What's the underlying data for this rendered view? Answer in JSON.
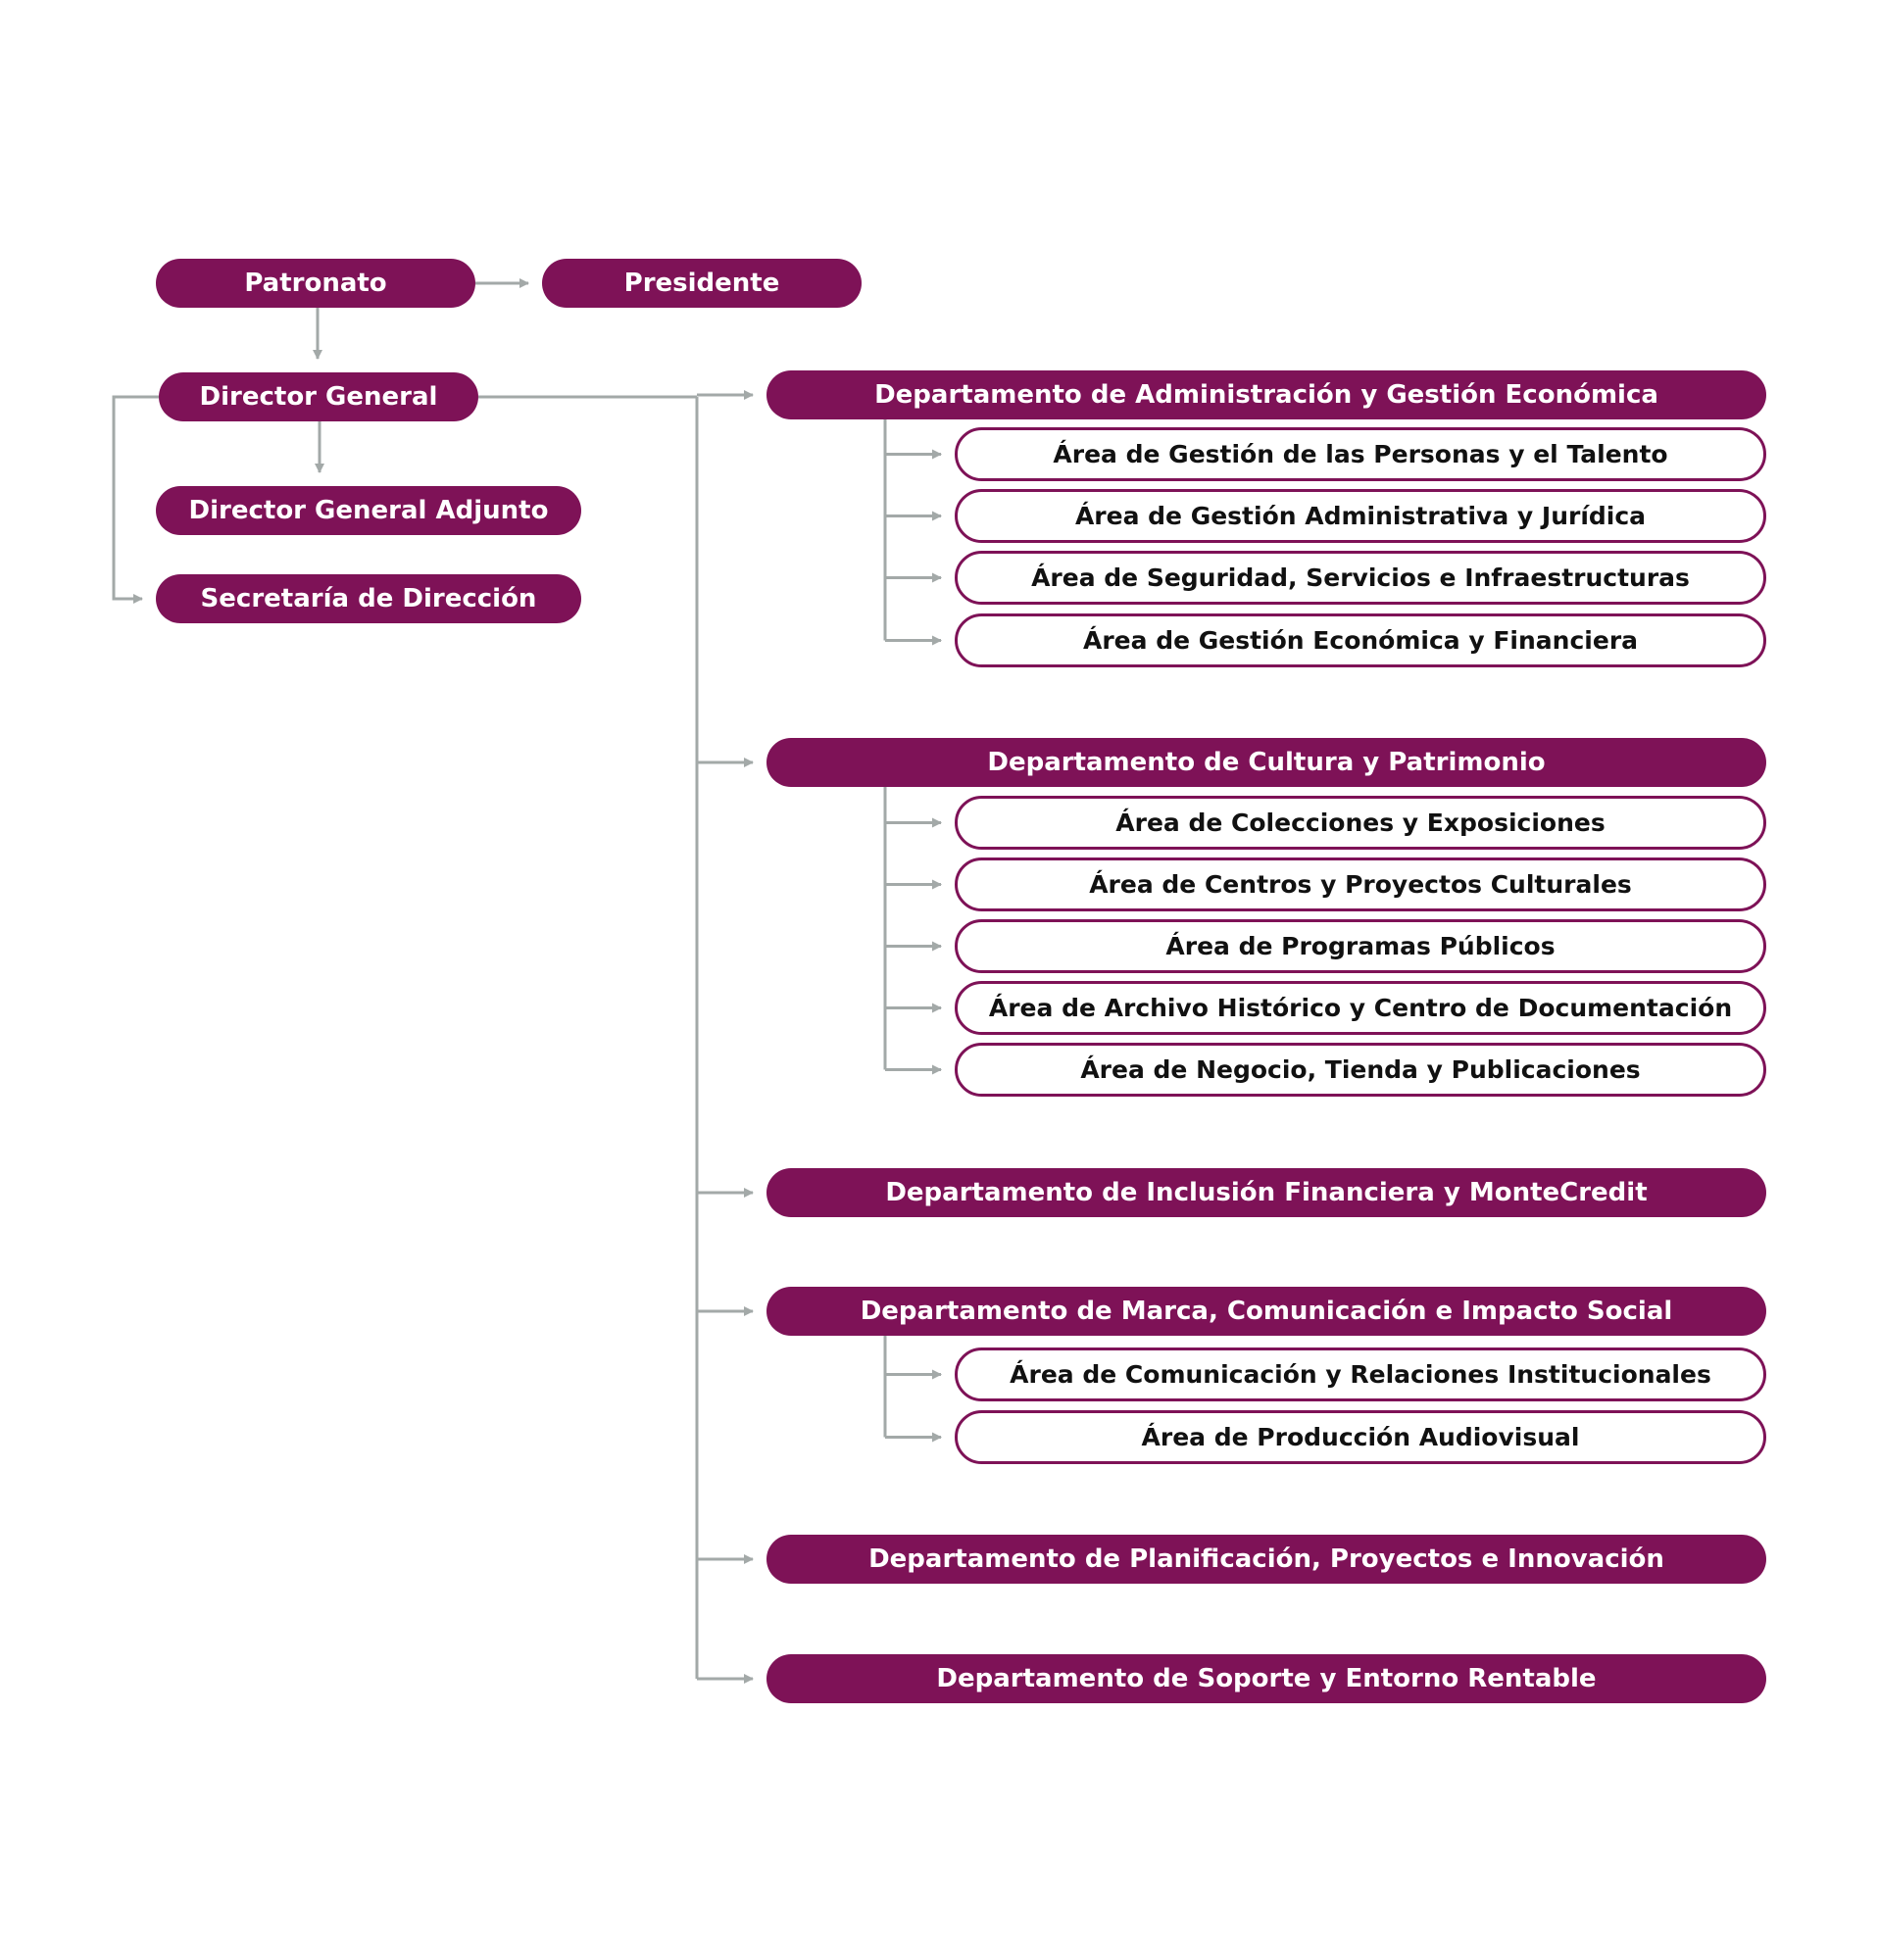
{
  "colors": {
    "node": "#7e1257",
    "connector": "#a3a9a8",
    "text_light": "#ffffff",
    "text_dark": "#111111"
  },
  "top": {
    "patronato": "Patronato",
    "presidente": "Presidente",
    "director_general": "Director General",
    "director_general_adjunto": "Director General Adjunto",
    "secretaria": "Secretaría de Dirección"
  },
  "departments": [
    {
      "name": "Departamento de Administración y Gestión Económica",
      "areas": [
        "Área de Gestión de las Personas y el Talento",
        "Área de Gestión Administrativa y Jurídica",
        "Área de Seguridad, Servicios e Infraestructuras",
        "Área de Gestión Económica y Financiera"
      ]
    },
    {
      "name": "Departamento de Cultura y Patrimonio",
      "areas": [
        "Área de Colecciones y Exposiciones",
        "Área de Centros y Proyectos Culturales",
        "Área de Programas Públicos",
        "Área de Archivo Histórico y Centro de Documentación",
        "Área de Negocio, Tienda y Publicaciones"
      ]
    },
    {
      "name": "Departamento de Inclusión Financiera y MonteCredit",
      "areas": []
    },
    {
      "name": "Departamento de Marca, Comunicación e Impacto Social",
      "areas": [
        "Área de Comunicación y Relaciones Institucionales",
        "Área de Producción Audiovisual"
      ]
    },
    {
      "name": "Departamento de Planificación, Proyectos e Innovación",
      "areas": []
    },
    {
      "name": "Departamento de Soporte y Entorno Rentable",
      "areas": []
    }
  ]
}
